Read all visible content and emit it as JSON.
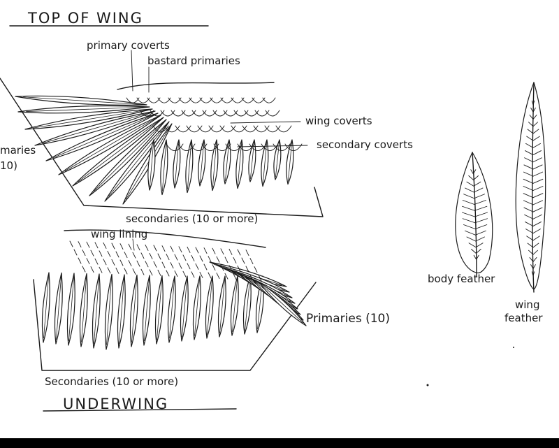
{
  "top_wing": {
    "heading": "TOP OF WING",
    "labels": {
      "primary_coverts": "primary coverts",
      "bastard_primaries": "bastard primaries",
      "wing_coverts": "wing coverts",
      "secondary_coverts": "secondary coverts",
      "primaries_a": "maries",
      "primaries_b": "10)",
      "secondaries": "secondaries (10 or more)"
    }
  },
  "underwing": {
    "heading": "UNDERWING",
    "labels": {
      "wing_lining": "wing lining",
      "primaries": "Primaries (10)",
      "secondaries": "Secondaries (10 or more)"
    }
  },
  "single_feathers": {
    "body_feather": "body feather",
    "wing_feather_a": "wing",
    "wing_feather_b": "feather"
  },
  "colors": {
    "ink": "#1a1a1a",
    "paper": "#ffffff",
    "footer_band": "#000000"
  }
}
